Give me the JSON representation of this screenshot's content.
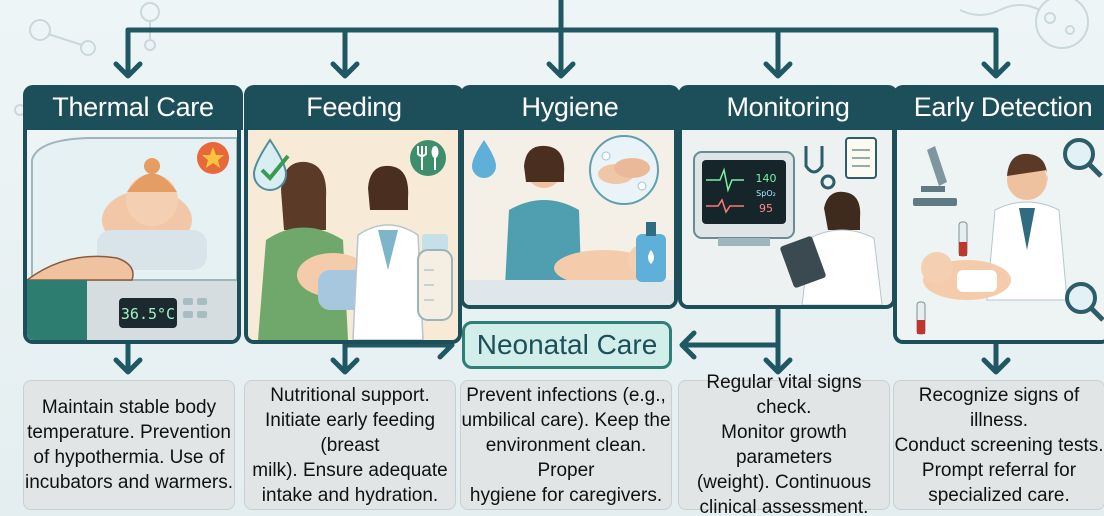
{
  "center_label": "Neonatal Care",
  "colors": {
    "header": "#1d4f5b",
    "arrow": "#1f5763",
    "center_fill": "#d2eeea",
    "center_border": "#2e7f76",
    "desc_bg": "#e1e5e6"
  },
  "columns": [
    {
      "id": "thermal",
      "title": "Thermal Care",
      "icons": [
        "baby-icon",
        "incubator-icon",
        "star-badge-icon"
      ],
      "display_text": "36.5°C",
      "description": "Maintain stable body\ntemperature. Prevention\nof hypothermia. Use of\nincubators and warmers."
    },
    {
      "id": "feeding",
      "title": "Feeding",
      "icons": [
        "mother-icon",
        "nurse-icon",
        "check-drop-icon",
        "fork-spoon-icon",
        "bottle-icon"
      ],
      "description": "Nutritional support.\nInitiate early feeding (breast\nmilk). Ensure adequate\nintake and hydration."
    },
    {
      "id": "hygiene",
      "title": "Hygiene",
      "icons": [
        "water-drop-icon",
        "nurse-icon",
        "baby-icon",
        "handwash-icon",
        "soap-bottle-icon"
      ],
      "description": "Prevent infections (e.g.,\numbilical care). Keep the\nenvironment clean. Proper\nhygiene for caregivers."
    },
    {
      "id": "monitoring",
      "title": "Monitoring",
      "icons": [
        "monitor-icon",
        "stethoscope-icon",
        "clipboard-icon",
        "doctor-tablet-icon"
      ],
      "monitor": {
        "hr": "140",
        "spo2_label": "SpO₂",
        "spo2": "95"
      },
      "description": "Regular vital signs check.\nMonitor growth parameters\n(weight). Continuous\nclinical assessment."
    },
    {
      "id": "detection",
      "title": "Early Detection",
      "icons": [
        "microscope-icon",
        "magnifier-icon",
        "doctor-icon",
        "baby-icon",
        "test-tube-icon"
      ],
      "description": "Recognize signs of illness.\nConduct screening tests.\nPrompt referral for\nspecialized care."
    }
  ]
}
